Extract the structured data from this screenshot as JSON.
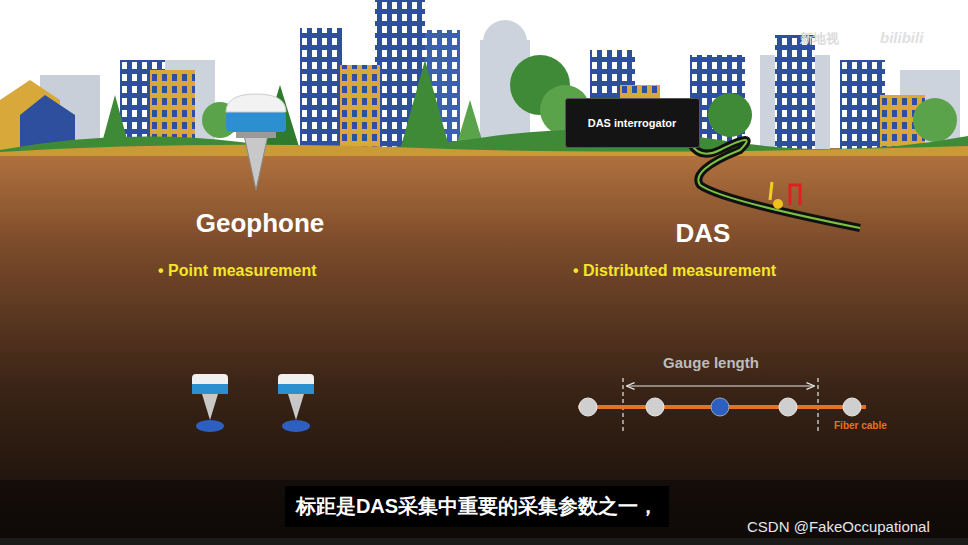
{
  "diagram": {
    "nodes": [
      {
        "text": [
          "DAS interrogator"
        ]
      },
      {
        "text": [
          "标距是DAS采集中重要的采集参数之一，"
        ]
      }
    ],
    "labels": [
      "新地视",
      "bilibili",
      "Geophone",
      "• Point measurement",
      "DAS",
      "• Distributed measurement",
      "Gauge length",
      "Fiber cable",
      "CSDN @FakeOccupational"
    ]
  }
}
